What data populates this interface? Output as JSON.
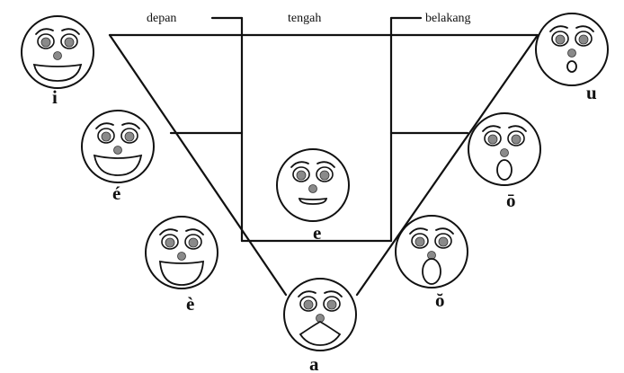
{
  "regions": {
    "front": "depan",
    "central": "tengah",
    "back": "belakang"
  },
  "vowels": {
    "i": "i",
    "e_acute": "é",
    "e_grave": "è",
    "e_schwa": "e",
    "a": "a",
    "u": "u",
    "o_close": "ō",
    "o_open": "ŏ"
  }
}
